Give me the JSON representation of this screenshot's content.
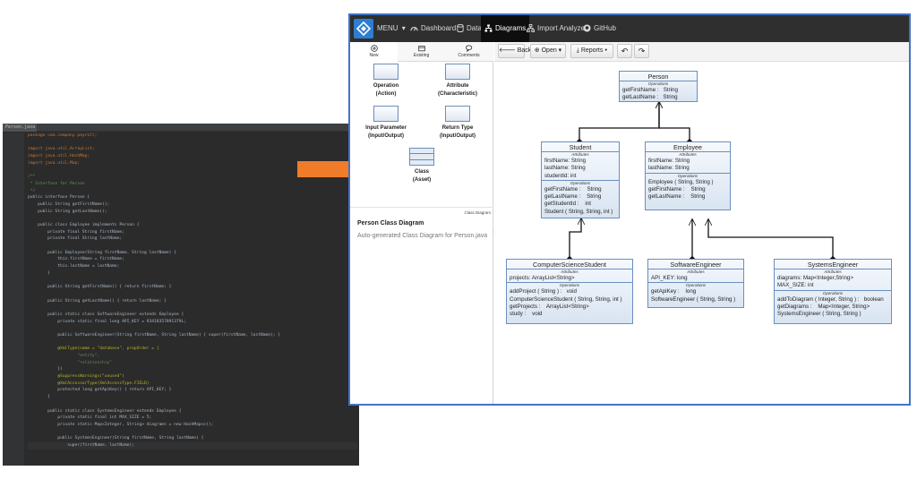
{
  "ide": {
    "tab_label": "Person.java",
    "lines": [
      "package com.company.payroll;",
      "",
      "import java.util.ArrayList;",
      "import java.util.HashMap;",
      "import java.util.Map;",
      "",
      "/**",
      " * Interface for Person",
      " */",
      "public interface Person {",
      "    public String getFirstName();",
      "    public String getLastName();",
      "",
      "    public class Employee implements Person {",
      "        private final String firstName;",
      "        private final String lastName;",
      "",
      "        public Employee(String firstName, String lastName) {",
      "            this.firstName = firstName;",
      "            this.lastName = lastName;",
      "        }",
      "",
      "        public String getFirstName() { return firstName; }",
      "",
      "        public String getLastName() { return lastName; }",
      "",
      "        public static class SoftwareEngineer extends Employee {",
      "            private static final long API_KEY = 93418357891379L;",
      "",
      "            public SoftwareEngineer(String firstName, String lastName) { super(firstName, lastName); }",
      "",
      "            @XmlType(name = \"database\", propOrder = {",
      "                    \"entity\",",
      "                    \"relationship\"",
      "            })",
      "            @SuppressWarnings(\"unused\")",
      "            @XmlAccessorType(XmlAccessType.FIELD)",
      "            protected long getApiKey() { return API_KEY; }",
      "        }",
      "",
      "        public static class SystemsEngineer extends Employee {",
      "            private static final int MAX_SIZE = 5;",
      "            private static Map<Integer, String> diagrams = new HashMap<>();",
      "",
      "            public SystemsEngineer(String firstName, String lastName) {",
      "                super(firstName, lastName);"
    ],
    "highlight_line": 45
  },
  "navbar": {
    "menu": "MENU",
    "dashboard": "Dashboard",
    "database": "Database",
    "diagrams": "Diagrams",
    "import_analyzer": "Import Analyzer",
    "github": "GitHub"
  },
  "toolbox": {
    "tabs": [
      "New",
      "Existing",
      "Comments"
    ],
    "palette": [
      {
        "label": "Operation",
        "sub": "(Action)"
      },
      {
        "label": "Attribute",
        "sub": "(Characteristic)"
      },
      {
        "label": "Input Parameter",
        "sub": "(Input/Output)"
      },
      {
        "label": "Return Type",
        "sub": "(Input/Output)"
      },
      {
        "label": "Class",
        "sub": "(Asset)"
      }
    ],
    "diagram_type": "Class Diagram",
    "diagram_title": "Person Class Diagram",
    "diagram_desc": "Auto-generated Class Diagram for Person.java"
  },
  "toolbar": {
    "back": "Back",
    "open": "Open",
    "reports": "Reports"
  },
  "diagram": {
    "attributes_label": "Attributes",
    "operations_label": "Operations",
    "classes": {
      "person": {
        "name": "Person",
        "attributes": [],
        "operations": [
          "getFirstName :   String",
          "getLastName :   String"
        ]
      },
      "student": {
        "name": "Student",
        "attributes": [
          "firstName: String",
          "lastName: String",
          "studentId: int"
        ],
        "operations": [
          "getFirstName :    String",
          "getLastName :    String",
          "getStudentId :    int",
          "Student ( String, String, int )"
        ]
      },
      "employee": {
        "name": "Employee",
        "attributes": [
          "firstName: String",
          "lastName: String"
        ],
        "operations": [
          "Employee ( String, String )",
          "getFirstName :    String",
          "getLastName :    String"
        ]
      },
      "cs_student": {
        "name": "ComputerScienceStudent",
        "attributes": [
          "projects: ArrayList<String>"
        ],
        "operations": [
          "addProject ( String ) :   void",
          "ComputerScienceStudent ( String, String, int )",
          "getProjects :    ArrayList<String>",
          "study :    void"
        ]
      },
      "software_engineer": {
        "name": "SoftwareEngineer",
        "attributes": [
          "API_KEY: long"
        ],
        "operations": [
          "getApiKey :    long",
          "SoftwareEngineer ( String, String )"
        ]
      },
      "systems_engineer": {
        "name": "SystemsEngineer",
        "attributes": [
          "diagrams: Map<Integer,String>",
          "MAX_SIZE: int"
        ],
        "operations": [
          "addToDiagram ( Integer, String ) :   boolean",
          "getDiagrams :    Map<Integer, String>",
          "SystemsEngineer ( String, String )"
        ]
      }
    }
  },
  "colors": {
    "arrow": "#f07c2a",
    "app_border": "#4472c4",
    "navbar": "#2f2f2f",
    "uml_border": "#6a8fbf"
  }
}
